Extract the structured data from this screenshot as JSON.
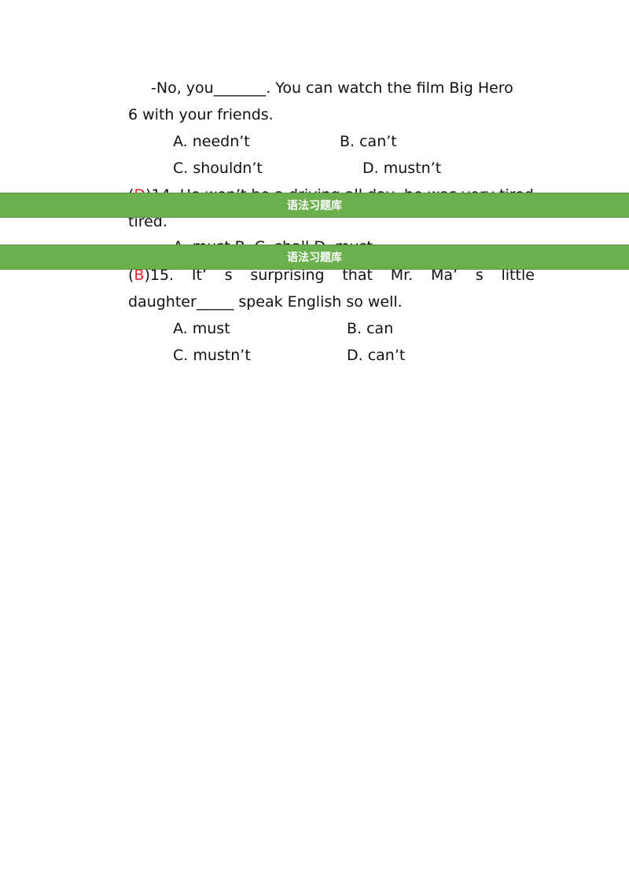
{
  "q13": {
    "line1_prefix": "-No, you",
    "line1_blank": "_______",
    "line1_suffix": ". You can watch the film Big Hero",
    "line2": "6 with your friends.",
    "options": {
      "a": "A. needn’t",
      "b": "B. can’t",
      "c": "C. shouldn’t",
      "d": "D. mustn’t"
    }
  },
  "q14": {
    "answer": "D",
    "partial_line": ")14.  He won’t be a driving all day, he  was very tired",
    "line2": "tired.",
    "options_partial": "A. must   B.    C. shall   D. must"
  },
  "banners": {
    "top": "语法习题库",
    "bottom": "语法习题库"
  },
  "q15": {
    "open_paren": "(",
    "answer": "B",
    "words": [
      ")15.",
      "It’",
      "s",
      "surprising",
      "that",
      "Mr.",
      "Ma’",
      "s",
      "little"
    ],
    "line2_prefix": "daughter",
    "line2_blank": "_____",
    "line2_suffix": " speak English so well.",
    "options": {
      "a": "A. must",
      "b": "B. can",
      "c": "C. mustn’t",
      "d": "D. can’t"
    }
  }
}
